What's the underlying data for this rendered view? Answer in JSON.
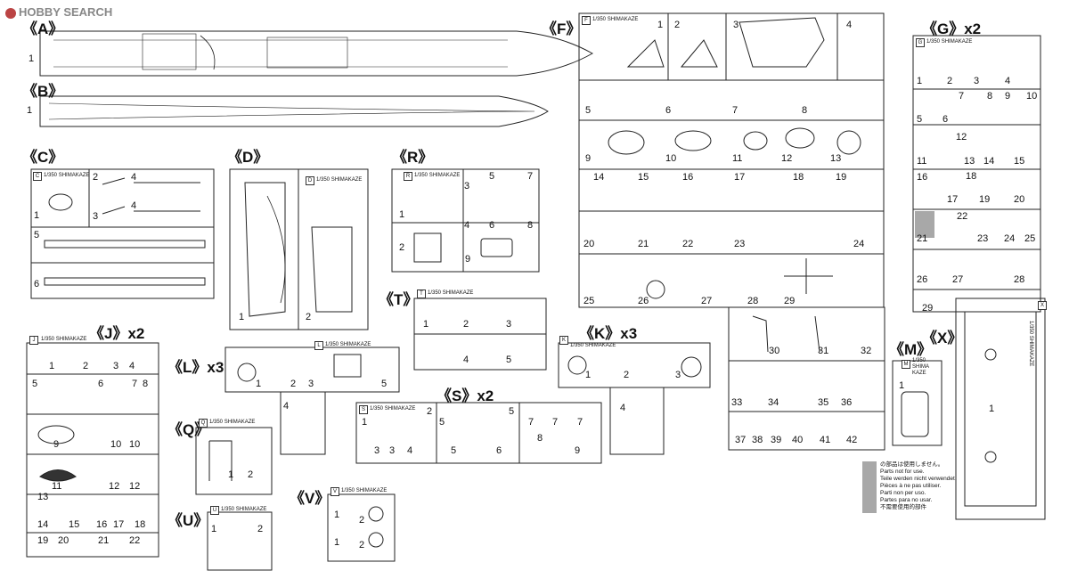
{
  "watermark": "HOBBY SEARCH",
  "scale_tag": "1/350",
  "brand_tag": "SHIMAKAZE",
  "brand_stack": [
    "1/350",
    "SHIMA",
    "KAZE"
  ],
  "sprues": {
    "A": {
      "label": "《A》",
      "parts": [
        "1"
      ]
    },
    "B": {
      "label": "《B》",
      "parts": [
        "1"
      ]
    },
    "C": {
      "label": "《C》",
      "letter": "C",
      "parts": [
        "1",
        "2",
        "3",
        "4",
        "4",
        "5",
        "6"
      ]
    },
    "D": {
      "label": "《D》",
      "letter": "D",
      "parts": [
        "1",
        "2"
      ]
    },
    "R": {
      "label": "《R》",
      "letter": "R",
      "parts": [
        "1",
        "2",
        "3",
        "4",
        "5",
        "6",
        "7",
        "8",
        "9"
      ]
    },
    "F": {
      "label": "《F》",
      "letter": "F",
      "parts": [
        "1",
        "2",
        "3",
        "4",
        "5",
        "6",
        "7",
        "8",
        "9",
        "10",
        "11",
        "12",
        "13",
        "14",
        "15",
        "16",
        "17",
        "18",
        "19",
        "20",
        "21",
        "22",
        "23",
        "24",
        "25",
        "26",
        "27",
        "28",
        "29",
        "30",
        "31",
        "32",
        "33",
        "34",
        "35",
        "36",
        "37",
        "38",
        "39",
        "40",
        "41",
        "42"
      ]
    },
    "G": {
      "label": "《G》x2",
      "letter": "G",
      "parts": [
        "1",
        "2",
        "3",
        "4",
        "5",
        "6",
        "7",
        "8",
        "9",
        "10",
        "11",
        "12",
        "13",
        "14",
        "15",
        "16",
        "17",
        "18",
        "19",
        "20",
        "21",
        "22",
        "23",
        "24",
        "25",
        "26",
        "27",
        "28",
        "29"
      ]
    },
    "J": {
      "label": "《J》x2",
      "letter": "J",
      "parts": [
        "1",
        "2",
        "3",
        "4",
        "5",
        "6",
        "7",
        "8",
        "9",
        "10",
        "10",
        "11",
        "12",
        "12",
        "13",
        "14",
        "15",
        "16",
        "17",
        "18",
        "19",
        "20",
        "21",
        "22"
      ]
    },
    "L": {
      "label": "《L》x3",
      "letter": "L",
      "parts": [
        "1",
        "2",
        "3",
        "4",
        "5"
      ]
    },
    "T": {
      "label": "《T》",
      "letter": "T",
      "parts": [
        "1",
        "2",
        "3",
        "4",
        "5"
      ]
    },
    "K": {
      "label": "《K》x3",
      "letter": "K",
      "parts": [
        "1",
        "2",
        "3",
        "4"
      ]
    },
    "S": {
      "label": "《S》x2",
      "letter": "S",
      "parts": [
        "1",
        "2",
        "3",
        "3",
        "4",
        "5",
        "5",
        "5",
        "6",
        "7",
        "7",
        "7",
        "8",
        "9"
      ]
    },
    "Q": {
      "label": "《Q》",
      "letter": "Q",
      "parts": [
        "1",
        "2"
      ]
    },
    "U": {
      "label": "《U》",
      "letter": "U",
      "parts": [
        "1",
        "2"
      ]
    },
    "V": {
      "label": "《V》",
      "letter": "V",
      "parts": [
        "1",
        "2",
        "1",
        "2"
      ]
    },
    "M": {
      "label": "《M》",
      "letter": "M",
      "parts": [
        "1"
      ]
    },
    "X": {
      "label": "《X》",
      "letter": "X",
      "parts": [
        "1"
      ]
    }
  },
  "not_for_use": [
    "の部品は使用しません。",
    "Parts not for use.",
    "Teile werden nicht verwendet.",
    "Pièces à ne pas utiliser.",
    "Parti non per uso.",
    "Partes para no usar.",
    "不需要使用的部件"
  ],
  "colors": {
    "unused_swatch": "#a8a8a8",
    "line": "#222222"
  }
}
